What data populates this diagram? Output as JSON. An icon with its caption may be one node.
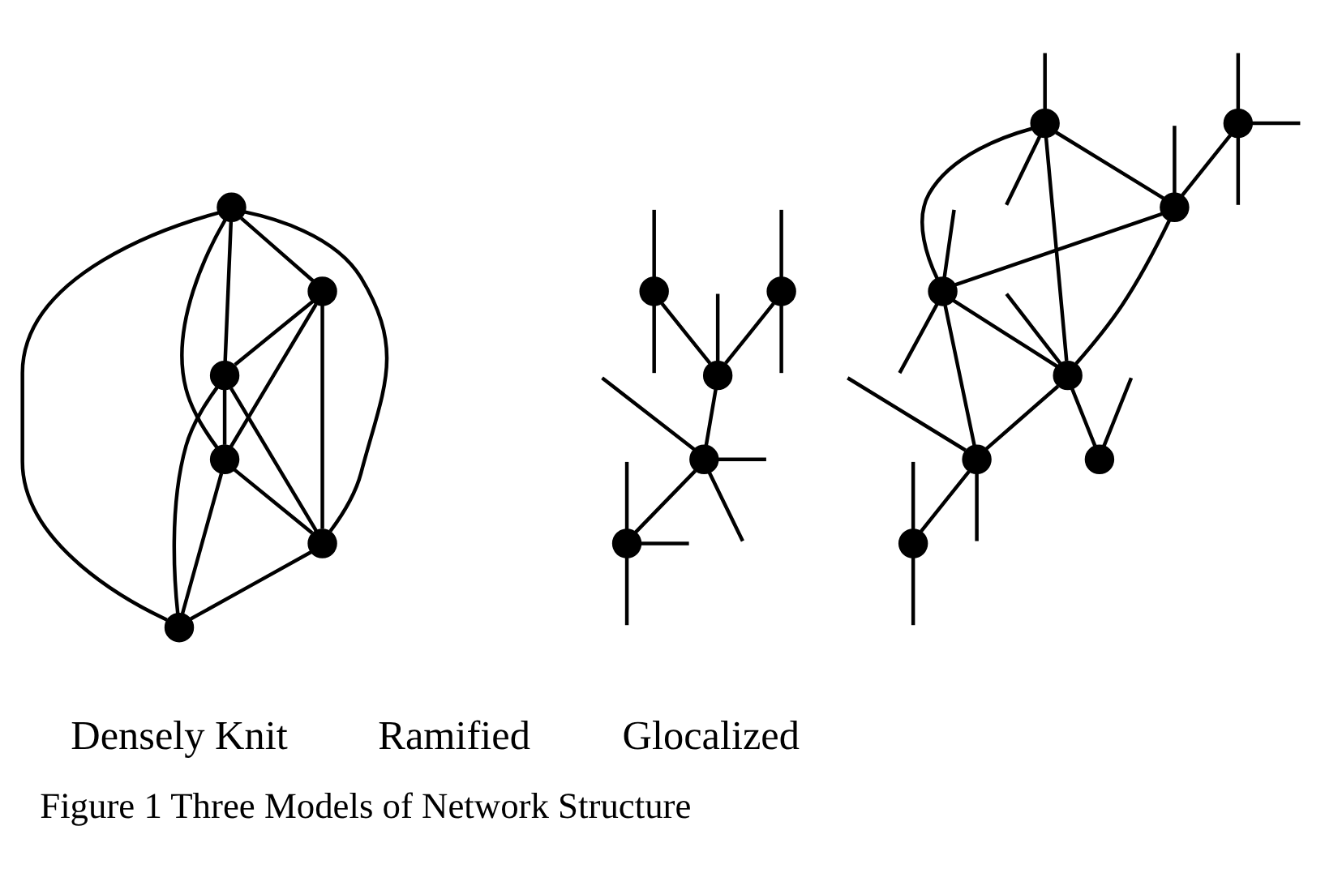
{
  "diagram": {
    "caption": "Figure 1 Three Models of Network Structure",
    "nodes": [
      {
        "text": [],
        "shape": "circle"
      },
      {
        "text": [],
        "shape": "circle"
      },
      {
        "text": [],
        "shape": "circle"
      },
      {
        "text": [],
        "shape": "circle"
      },
      {
        "text": [],
        "shape": "circle"
      },
      {
        "text": [],
        "shape": "circle"
      },
      {
        "text": [],
        "shape": "circle"
      },
      {
        "text": [],
        "shape": "circle"
      },
      {
        "text": [],
        "shape": "circle"
      },
      {
        "text": [],
        "shape": "circle"
      },
      {
        "text": [],
        "shape": "circle"
      },
      {
        "text": [],
        "shape": "circle"
      },
      {
        "text": [],
        "shape": "circle"
      },
      {
        "text": [],
        "shape": "circle"
      },
      {
        "text": [],
        "shape": "circle"
      },
      {
        "text": [],
        "shape": "circle"
      },
      {
        "text": [],
        "shape": "circle"
      },
      {
        "text": [],
        "shape": "circle"
      },
      {
        "text": [],
        "shape": "circle"
      }
    ],
    "edges": [
      {
        "from": 0,
        "to": 1,
        "arrow": "none"
      },
      {
        "from": 0,
        "to": 2,
        "arrow": "none"
      },
      {
        "from": 0,
        "to": 3,
        "arrow": "none"
      },
      {
        "from": 0,
        "to": 4,
        "arrow": "none"
      },
      {
        "from": 0,
        "to": 5,
        "arrow": "none"
      },
      {
        "from": 1,
        "to": 2,
        "arrow": "none"
      },
      {
        "from": 1,
        "to": 3,
        "arrow": "none"
      },
      {
        "from": 1,
        "to": 4,
        "arrow": "none"
      },
      {
        "from": 2,
        "to": 3,
        "arrow": "none"
      },
      {
        "from": 2,
        "to": 4,
        "arrow": "none"
      },
      {
        "from": 2,
        "to": 5,
        "arrow": "none"
      },
      {
        "from": 3,
        "to": 4,
        "arrow": "none"
      },
      {
        "from": 3,
        "to": 5,
        "arrow": "none"
      },
      {
        "from": 4,
        "to": 5,
        "arrow": "none"
      },
      {
        "from": 6,
        "to": null,
        "arrow": "none"
      },
      {
        "from": 6,
        "to": null,
        "arrow": "none"
      },
      {
        "from": 6,
        "to": 8,
        "arrow": "none"
      },
      {
        "from": 7,
        "to": null,
        "arrow": "none"
      },
      {
        "from": 7,
        "to": null,
        "arrow": "none"
      },
      {
        "from": 7,
        "to": 8,
        "arrow": "none"
      },
      {
        "from": 8,
        "to": null,
        "arrow": "none"
      },
      {
        "from": 8,
        "to": 9,
        "arrow": "none"
      },
      {
        "from": 9,
        "to": 10,
        "arrow": "none"
      },
      {
        "from": 9,
        "to": null,
        "arrow": "none"
      },
      {
        "from": 9,
        "to": null,
        "arrow": "none"
      },
      {
        "from": 9,
        "to": null,
        "arrow": "none"
      },
      {
        "from": 10,
        "to": null,
        "arrow": "none"
      },
      {
        "from": 10,
        "to": null,
        "arrow": "none"
      },
      {
        "from": 10,
        "to": null,
        "arrow": "none"
      },
      {
        "from": 11,
        "to": null,
        "arrow": "none"
      },
      {
        "from": 11,
        "to": null,
        "arrow": "none"
      },
      {
        "from": 11,
        "to": null,
        "arrow": "none"
      },
      {
        "from": 11,
        "to": 13,
        "arrow": "none"
      },
      {
        "from": 12,
        "to": null,
        "arrow": "none"
      },
      {
        "from": 12,
        "to": null,
        "arrow": "none"
      },
      {
        "from": 12,
        "to": 13,
        "arrow": "none"
      },
      {
        "from": 12,
        "to": 14,
        "arrow": "none"
      },
      {
        "from": 12,
        "to": 15,
        "arrow": "none"
      },
      {
        "from": 13,
        "to": null,
        "arrow": "none"
      },
      {
        "from": 13,
        "to": 14,
        "arrow": "none"
      },
      {
        "from": 13,
        "to": 15,
        "arrow": "none"
      },
      {
        "from": 14,
        "to": null,
        "arrow": "none"
      },
      {
        "from": 14,
        "to": null,
        "arrow": "none"
      },
      {
        "from": 14,
        "to": 15,
        "arrow": "none"
      },
      {
        "from": 14,
        "to": 16,
        "arrow": "none"
      },
      {
        "from": 15,
        "to": null,
        "arrow": "none"
      },
      {
        "from": 15,
        "to": 16,
        "arrow": "none"
      },
      {
        "from": 15,
        "to": 17,
        "arrow": "none"
      },
      {
        "from": 16,
        "to": null,
        "arrow": "none"
      },
      {
        "from": 16,
        "to": null,
        "arrow": "none"
      },
      {
        "from": 16,
        "to": 18,
        "arrow": "none"
      },
      {
        "from": 17,
        "to": null,
        "arrow": "none"
      },
      {
        "from": 18,
        "to": null,
        "arrow": "none"
      },
      {
        "from": 18,
        "to": null,
        "arrow": "none"
      }
    ],
    "labels": [
      "Densely Knit",
      "Ramified",
      "Glocalized"
    ]
  }
}
